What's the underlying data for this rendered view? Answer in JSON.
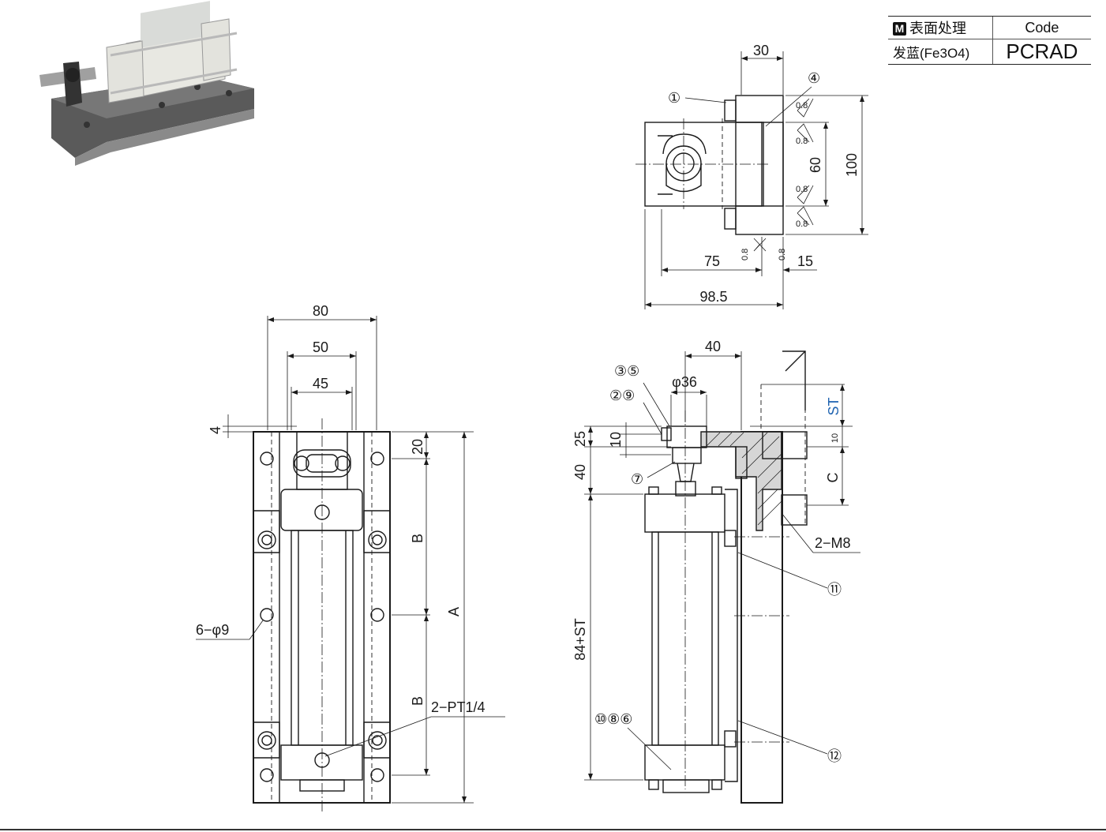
{
  "spec_table": {
    "badge": "M",
    "surface_label": "表面处理",
    "code_label": "Code",
    "surface_value": "发蓝(Fe3O4)",
    "code_value": "PCRAD"
  },
  "top_view": {
    "dim_30": "30",
    "dim_100": "100",
    "dim_60": "60",
    "dim_75": "75",
    "dim_15": "15",
    "dim_98_5": "98.5",
    "roughness": "0.8",
    "callout_1": "①",
    "callout_4": "④"
  },
  "front_view": {
    "dim_80": "80",
    "dim_50": "50",
    "dim_45": "45",
    "dim_4": "4",
    "dim_20": "20",
    "dim_B": "B",
    "dim_A": "A",
    "holes": "6−φ9",
    "ports": "2−PT1/4"
  },
  "side_view": {
    "dim_40_top": "40",
    "dim_phi36": "φ36",
    "dim_25": "25",
    "dim_10": "10",
    "dim_40_left": "40",
    "dim_84_st": "84+ST",
    "dim_ST": "ST",
    "dim_10_right": "10",
    "dim_C": "C",
    "thread": "2−M8",
    "callout_35": "③⑤",
    "callout_29": "②⑨",
    "callout_7": "⑦",
    "callout_11": "⑪",
    "callout_12": "⑫",
    "callout_1086": "⑩⑧⑥"
  },
  "colors": {
    "accent": "#1d62b0",
    "line": "#1a1a1a",
    "photo_base": "#6d6d6d",
    "photo_cylinder": "#e6e6df"
  }
}
